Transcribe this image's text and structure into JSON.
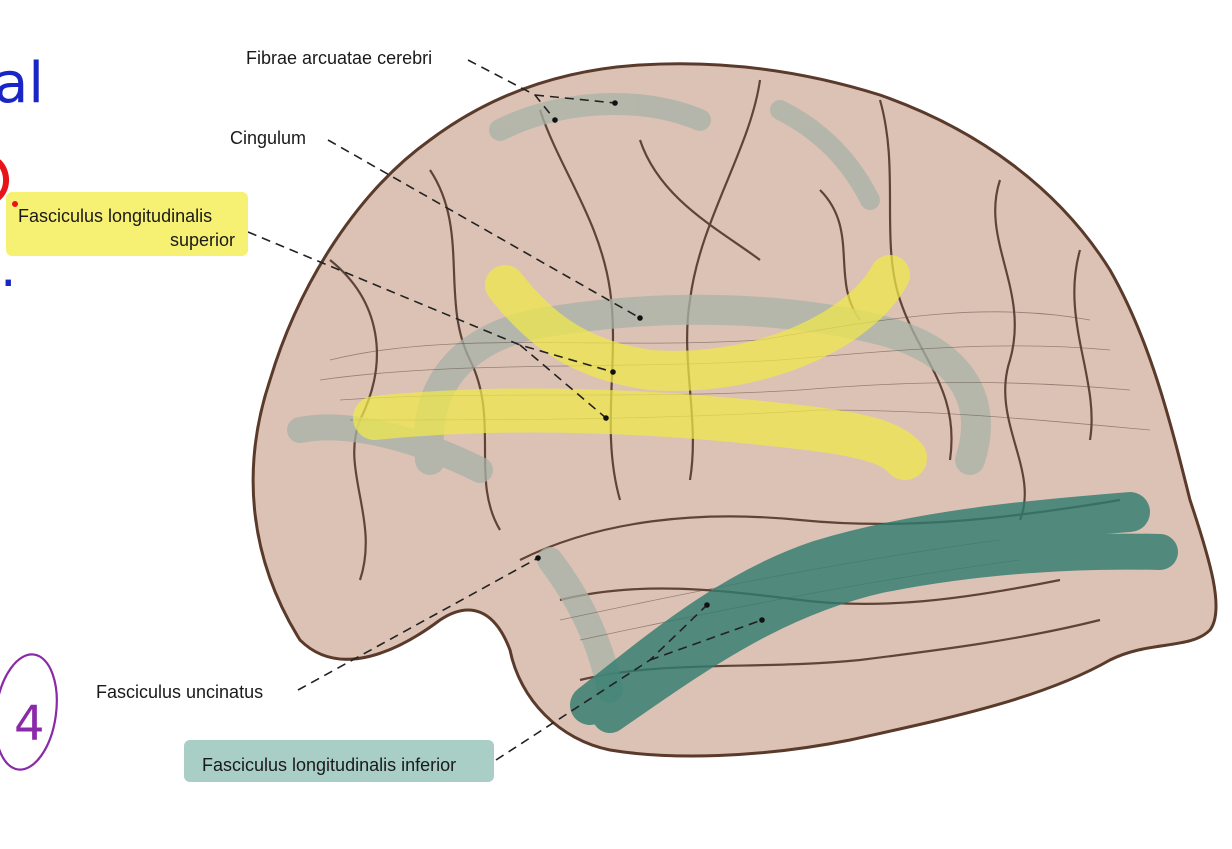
{
  "labels": {
    "fibrae_arcuatae": "Fibrae arcuatae cerebri",
    "cingulum": "Cingulum",
    "sup_line1": "Fasciculus longitudinalis",
    "sup_line2": "superior",
    "uncinatus": "Fasciculus uncinatus",
    "inferior": "Fasciculus longitudinalis inferior"
  },
  "handwriting": {
    "left_edge_top": "al",
    "left_edge_dot": ".",
    "circled_mark": "4"
  },
  "colors": {
    "brain_fill": "#dcc2b4",
    "brain_outline": "#5a3a2a",
    "sulci": "#4a2e22",
    "fibers_gray": "#a9b3a8",
    "highlight_yellow": "#f0ea4a",
    "highlight_teal": "#2f7c70",
    "inferior_label_bg": "#9ec9c0",
    "ink_blue": "#1a25c8",
    "ink_red": "#e8141a",
    "ink_purple": "#8a2aa8"
  }
}
